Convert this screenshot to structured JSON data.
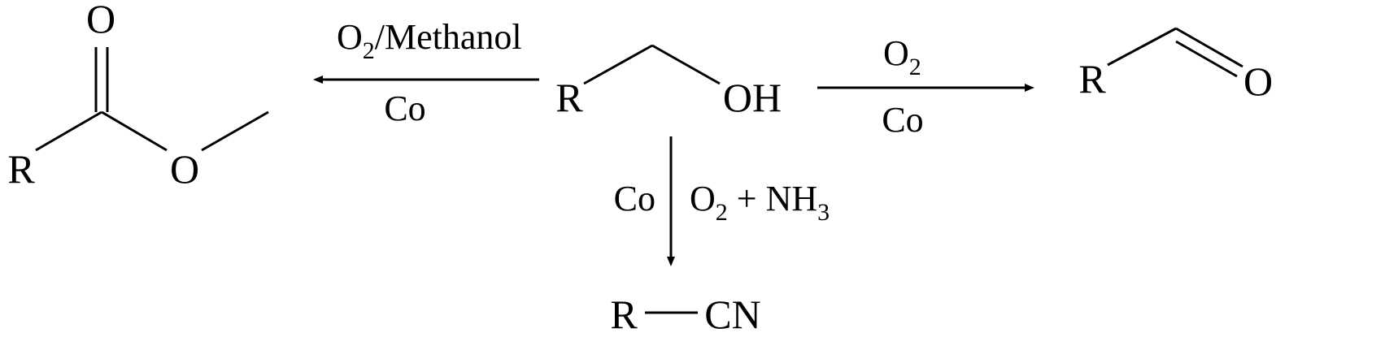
{
  "colors": {
    "ink": "#000000",
    "background": "#ffffff"
  },
  "reactant": {
    "r": "R",
    "oh": "OH"
  },
  "ester": {
    "carbonyl_o": "O",
    "r": "R",
    "ether_o": "O"
  },
  "aldehyde": {
    "r": "R",
    "o": "O"
  },
  "nitrile": {
    "r": "R",
    "cn": "CN"
  },
  "left_arrow": {
    "above_main": "O",
    "above_sub": "2",
    "above_rest": "/Methanol",
    "below": "Co"
  },
  "right_arrow": {
    "above_main": "O",
    "above_sub": "2",
    "below": "Co"
  },
  "down_arrow": {
    "left": "Co",
    "right_o": "O",
    "right_o_sub": "2",
    "right_plus": " + NH",
    "right_nh_sub": "3"
  }
}
